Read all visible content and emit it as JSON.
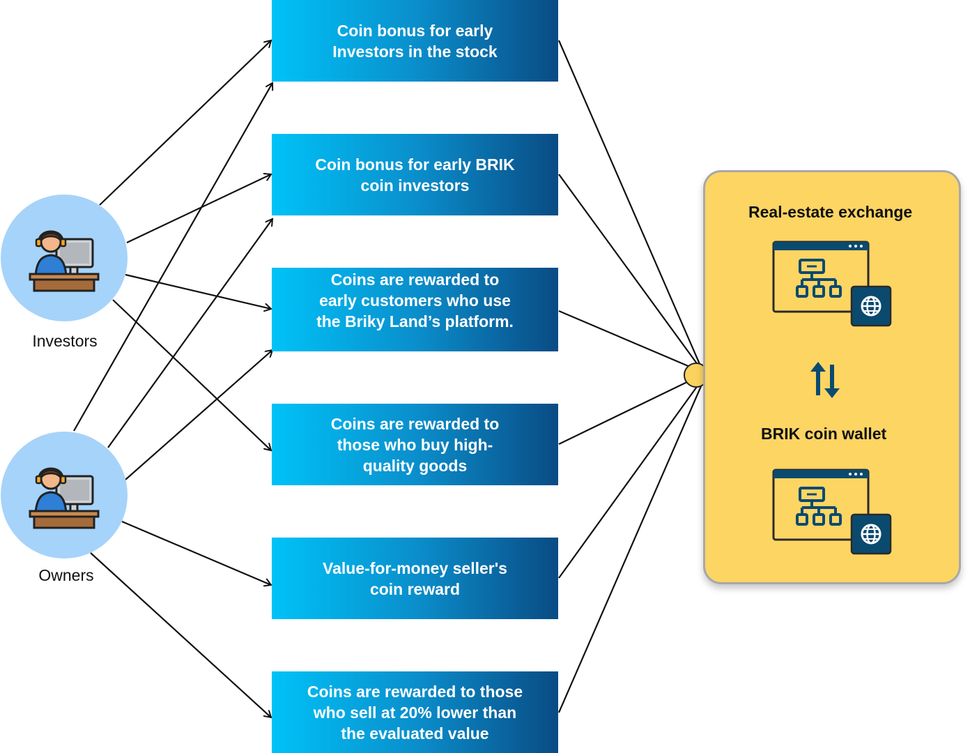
{
  "actors": {
    "investors": {
      "label": "Investors",
      "icon": "person-at-computer-icon"
    },
    "owners": {
      "label": "Owners",
      "icon": "person-at-computer-icon"
    }
  },
  "rewards": [
    {
      "lines": [
        "Coin bonus for early",
        "Investors in the stock"
      ]
    },
    {
      "lines": [
        "Coin bonus for early BRIK",
        "coin investors"
      ]
    },
    {
      "lines": [
        "Coins are rewarded to",
        "early customers who use",
        "the Briky Land’s platform."
      ]
    },
    {
      "lines": [
        "Coins are rewarded to",
        "those who buy high-",
        "quality goods"
      ]
    },
    {
      "lines": [
        "Value-for-money seller's",
        "coin reward"
      ]
    },
    {
      "lines": [
        "Coins are rewarded to those",
        "who sell at 20% lower than",
        "the evaluated value"
      ]
    }
  ],
  "platform": {
    "exchange_label": "Real-estate exchange",
    "wallet_label": "BRIK coin wallet",
    "exchange_icon": "web-sitemap-icon",
    "wallet_icon": "web-sitemap-icon",
    "swap_icon": "up-down-arrows-icon"
  },
  "colors": {
    "actor_circle": "#a6d3fa",
    "box_gradient_start": "#00c2f7",
    "box_gradient_end": "#0a4b84",
    "panel_fill": "#fdd563",
    "icon_navy": "#0b4a6f"
  }
}
